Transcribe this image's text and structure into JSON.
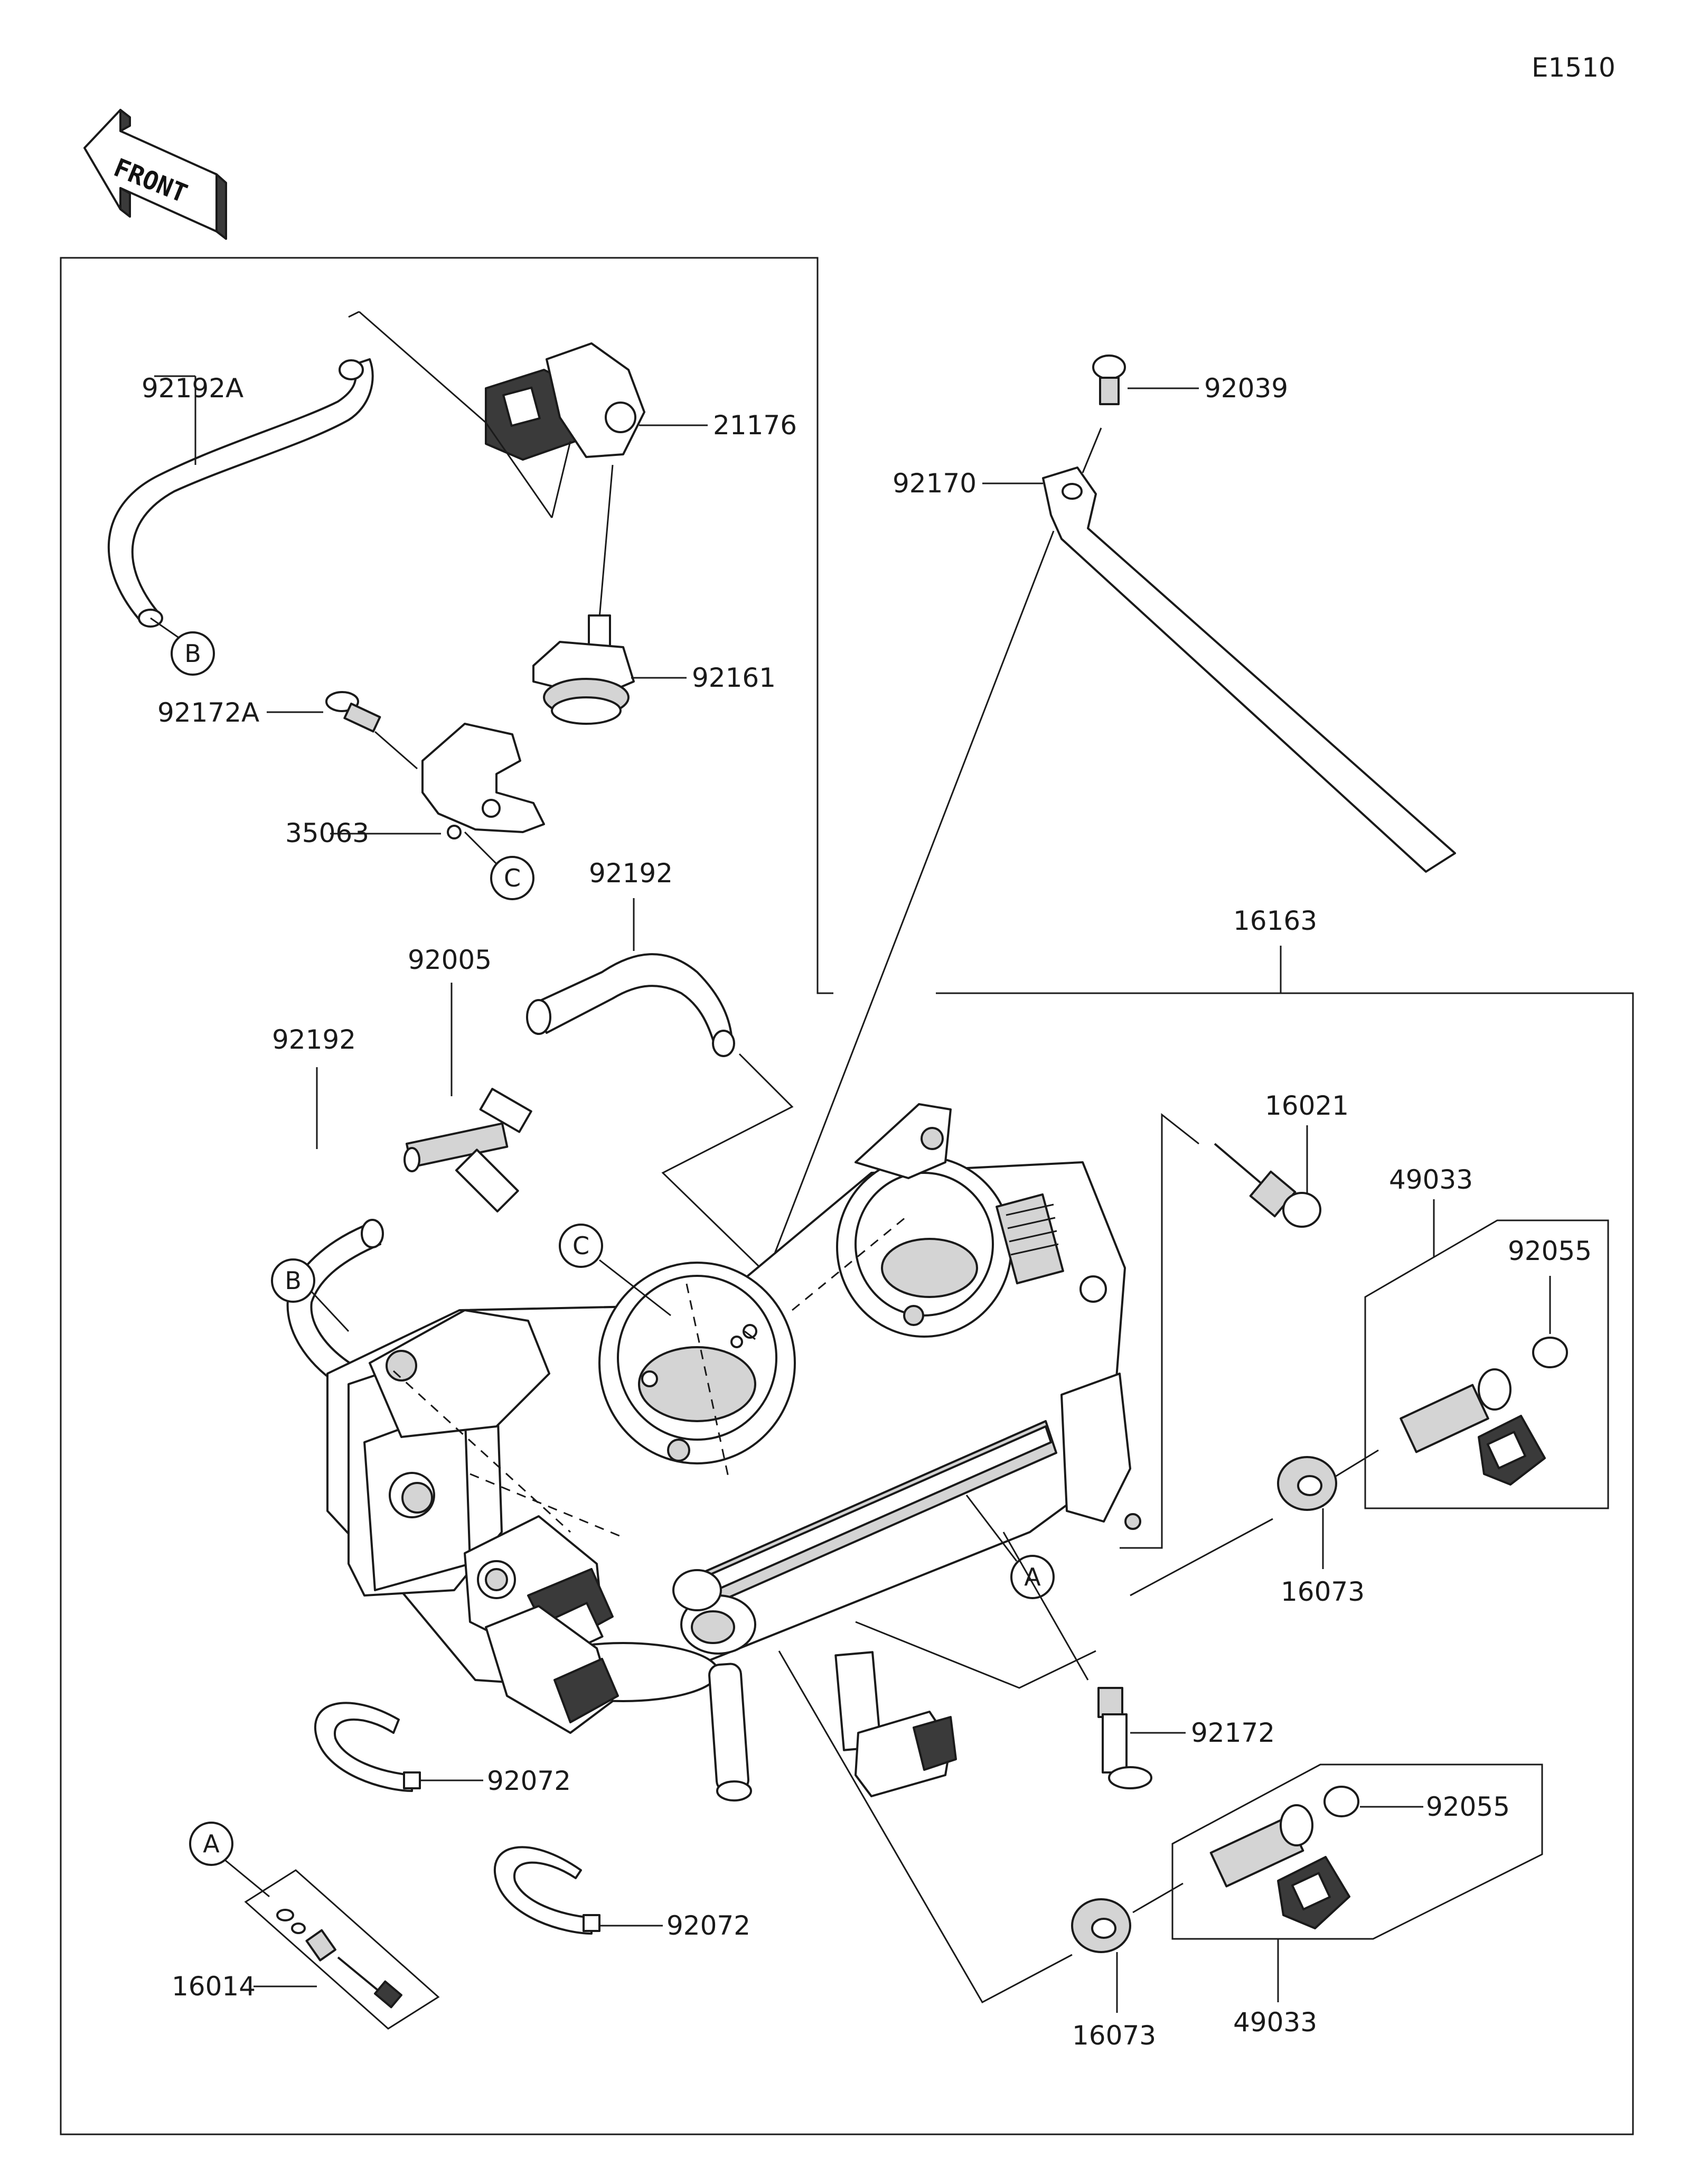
{
  "diagram_code": "E1510",
  "front_label": "FRONT",
  "callouts": {
    "p92192A": "92192A",
    "p21176": "21176",
    "p92161": "92161",
    "p92172A": "92172A",
    "p35063": "35063",
    "p92192_top": "92192",
    "p92005": "92005",
    "p92192_left": "92192",
    "p92039": "92039",
    "p92170": "92170",
    "p16163": "16163",
    "p16021": "16021",
    "p49033_top": "49033",
    "p92055_top": "92055",
    "p16073_right": "16073",
    "p92172": "92172",
    "p92072_upper": "92072",
    "p92072_lower": "92072",
    "p16014": "16014",
    "p92055_bottom": "92055",
    "p16073_bottom": "16073",
    "p49033_bottom": "49033"
  },
  "refs": {
    "b_top": "B",
    "c_top": "C",
    "b_left": "B",
    "c_center": "C",
    "a_right": "A",
    "a_left": "A"
  }
}
